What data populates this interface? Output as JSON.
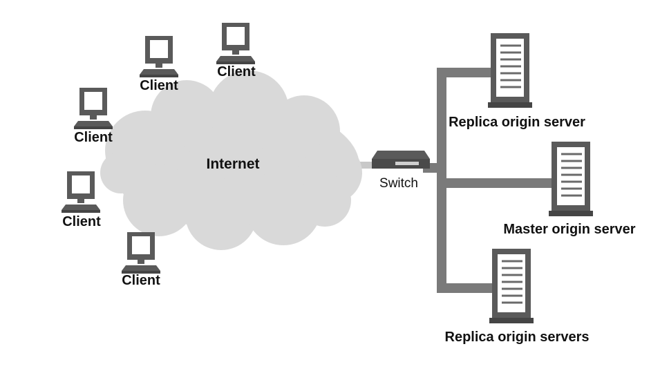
{
  "title": "",
  "cloud_label": "Internet",
  "clients": [
    {
      "label": "Client"
    },
    {
      "label": "Client"
    },
    {
      "label": "Client"
    },
    {
      "label": "Client"
    },
    {
      "label": "Client"
    }
  ],
  "switch": {
    "label": "Switch"
  },
  "servers": [
    {
      "label": "Replica origin server"
    },
    {
      "label": "Master origin server"
    },
    {
      "label": "Replica origin servers"
    }
  ],
  "colors": {
    "cloud_fill": "#d9d9d9",
    "device_fill": "#595959",
    "link_color": "#7a7a7a",
    "label_color": "#111111"
  }
}
